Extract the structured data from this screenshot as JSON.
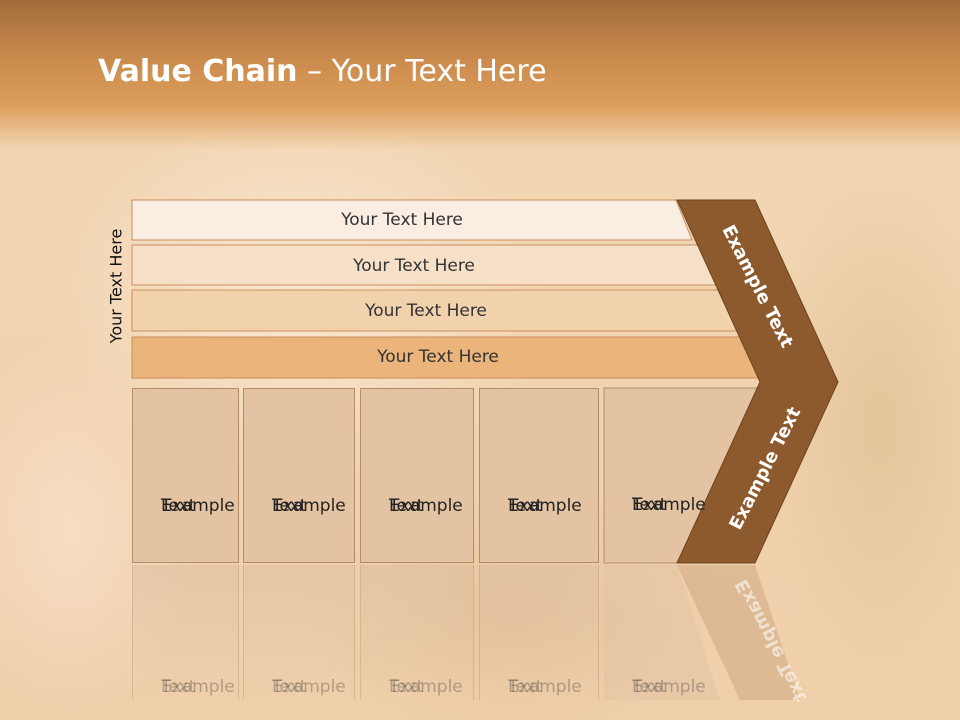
{
  "slide": {
    "title_bold": "Value Chain",
    "title_rest": " – Your Text Here",
    "vertical_label": "Your Text Here",
    "rows": [
      "Your Text Here",
      "Your Text Here",
      "Your Text Here",
      "Your Text Here"
    ],
    "boxes": [
      {
        "line1": "Example",
        "line2": "Text"
      },
      {
        "line1": "Example",
        "line2": "Text"
      },
      {
        "line1": "Example",
        "line2": "Text"
      },
      {
        "line1": "Example",
        "line2": "Text"
      },
      {
        "line1": "Example",
        "line2": "Text"
      }
    ],
    "chevron_upper": "Example Text",
    "chevron_lower": "Example Text",
    "colors": {
      "header": "#c7874a",
      "row1": "#faeee2",
      "row2": "#f6e0c8",
      "row3": "#f2d2ad",
      "row4": "#ebb47a",
      "box": "#e4c3a2",
      "chevron": "#8c5a2c"
    }
  }
}
